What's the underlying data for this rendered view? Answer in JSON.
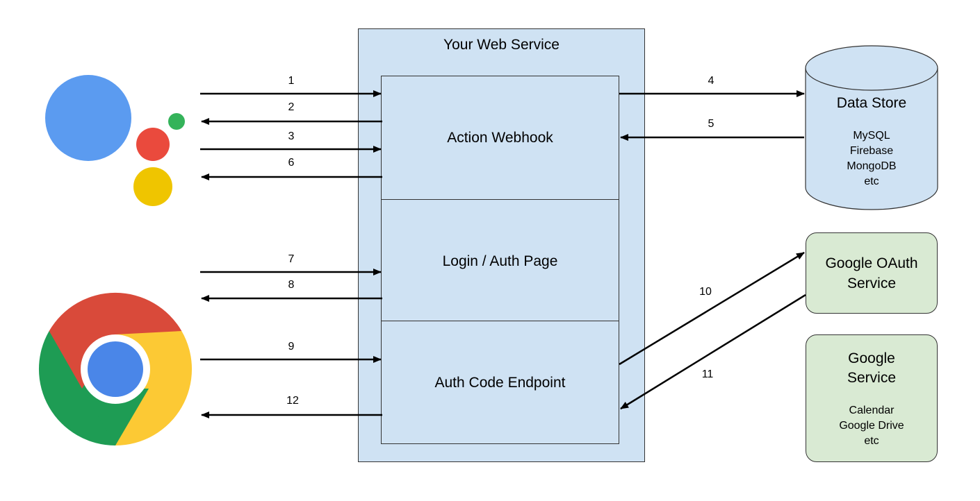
{
  "service": {
    "title": "Your Web Service",
    "sections": {
      "webhook": "Action Webhook",
      "login": "Login / Auth Page",
      "authcode": "Auth Code Endpoint"
    }
  },
  "datastore": {
    "title": "Data Store",
    "items": [
      "MySQL",
      "Firebase",
      "MongoDB",
      "etc"
    ]
  },
  "oauth": {
    "title_line1": "Google OAuth",
    "title_line2": "Service"
  },
  "google_service": {
    "title_line1": "Google",
    "title_line2": "Service",
    "items": [
      "Calendar",
      "Google Drive",
      "etc"
    ]
  },
  "arrows": {
    "a1": "1",
    "a2": "2",
    "a3": "3",
    "a4": "4",
    "a5": "5",
    "a6": "6",
    "a7": "7",
    "a8": "8",
    "a9": "9",
    "a10": "10",
    "a11": "11",
    "a12": "12"
  },
  "colors": {
    "service_fill": "#cfe2f3",
    "google_fill": "#d9ead3",
    "assistant_blue": "#4285f4",
    "assistant_red": "#ea4335",
    "assistant_yellow": "#fbbc05",
    "assistant_green": "#34a853"
  },
  "icons": [
    "google-assistant-icon",
    "chrome-icon"
  ]
}
